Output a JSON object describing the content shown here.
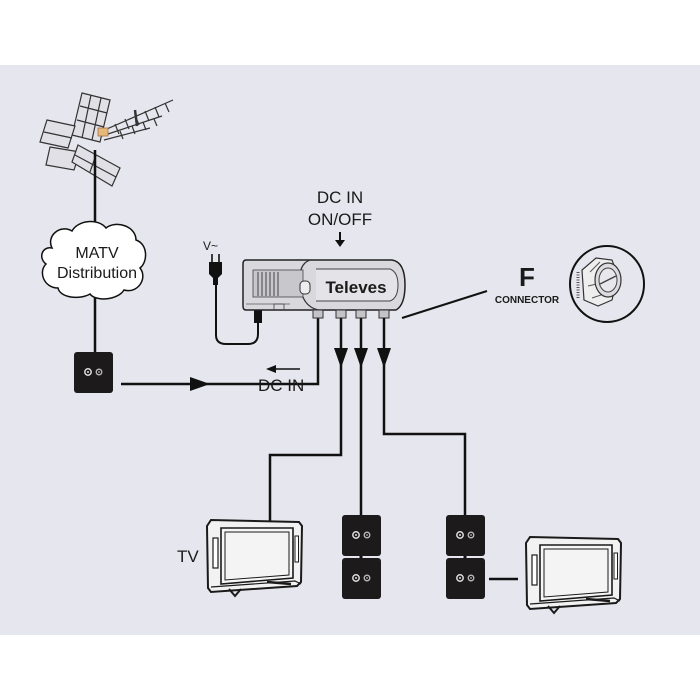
{
  "diagram": {
    "title": "MATV distribution amplifier installation",
    "labels": {
      "matv_line1": "MATV",
      "matv_line2": "Distribution",
      "dc_in_on_off_line1": "DC IN",
      "dc_in_on_off_line2": "ON/OFF",
      "power_symbol": "V~",
      "brand": "Televes",
      "dc_in": "DC IN",
      "f_letter": "F",
      "connector": "CONNECTOR",
      "tv": "TV"
    },
    "components": [
      {
        "id": "antenna",
        "type": "antenna"
      },
      {
        "id": "matv-cloud",
        "type": "distribution-network"
      },
      {
        "id": "outlet-input",
        "type": "wall-outlet"
      },
      {
        "id": "amplifier",
        "type": "amplifier",
        "brand": "Televes",
        "output_ports": 4
      },
      {
        "id": "power-plug",
        "type": "mains-plug"
      },
      {
        "id": "f-connector",
        "type": "connector"
      },
      {
        "id": "outlet-2",
        "type": "wall-outlet"
      },
      {
        "id": "outlet-3",
        "type": "wall-outlet"
      },
      {
        "id": "outlet-4",
        "type": "wall-outlet"
      },
      {
        "id": "outlet-5",
        "type": "wall-outlet"
      },
      {
        "id": "tv-1",
        "type": "tv"
      },
      {
        "id": "tv-2",
        "type": "tv"
      }
    ],
    "connections": [
      {
        "from": "antenna",
        "to": "matv-cloud",
        "style": "solid"
      },
      {
        "from": "matv-cloud",
        "to": "outlet-input",
        "style": "solid"
      },
      {
        "from": "outlet-input",
        "to": "amplifier.port1",
        "style": "solid",
        "arrow": "forward"
      },
      {
        "from": "amplifier.port2",
        "to": "tv-1",
        "style": "solid",
        "arrow": "down"
      },
      {
        "from": "amplifier.port3",
        "to": "outlet-2",
        "style": "solid",
        "arrow": "down"
      },
      {
        "from": "amplifier.port4",
        "to": "outlet-3",
        "style": "solid",
        "arrow": "down"
      },
      {
        "from": "outlet-2",
        "to": "outlet-4",
        "style": "dashed"
      },
      {
        "from": "outlet-3",
        "to": "outlet-5",
        "style": "dashed"
      },
      {
        "from": "outlet-5",
        "to": "tv-2",
        "style": "solid"
      },
      {
        "from": "power-plug",
        "to": "amplifier",
        "style": "cable"
      }
    ]
  }
}
